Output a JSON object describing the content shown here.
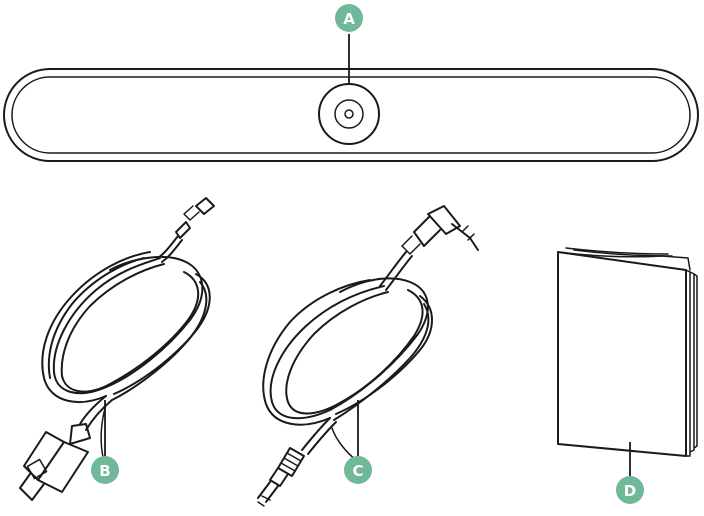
{
  "colors": {
    "badge": "#6fb89a",
    "line": "#1a1a1a"
  },
  "items": [
    {
      "id": "soundbar",
      "label": "A",
      "icon": "soundbar-icon"
    },
    {
      "id": "power-cable",
      "label": "B",
      "icon": "usb-power-cable-icon"
    },
    {
      "id": "audio-cable",
      "label": "C",
      "icon": "audio-jack-cable-icon"
    },
    {
      "id": "manual",
      "label": "D",
      "icon": "booklet-icon"
    }
  ]
}
